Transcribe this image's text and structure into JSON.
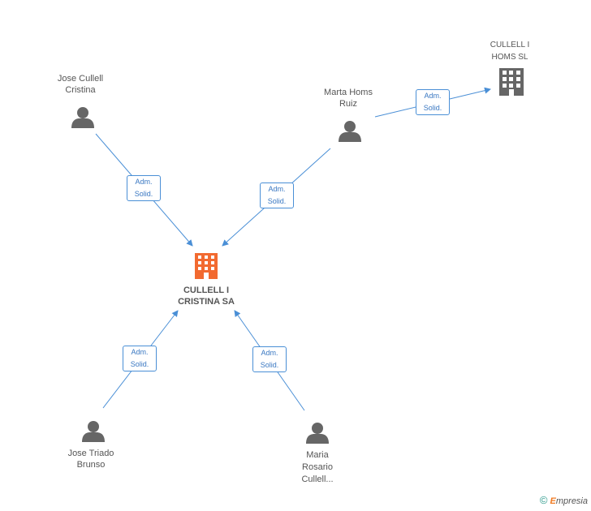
{
  "nodes": {
    "center_company": {
      "label_line1": "CULLELL I",
      "label_line2": "CRISTINA SA",
      "color": "#f26a30"
    },
    "other_company": {
      "label_line1": "CULLELL I",
      "label_line2": "HOMS SL",
      "color": "#666666"
    },
    "person_jose_cullell": {
      "label_line1": "Jose Cullell",
      "label_line2": "Cristina"
    },
    "person_marta_homs": {
      "label_line1": "Marta Homs",
      "label_line2": "Ruiz"
    },
    "person_jose_triado": {
      "label_line1": "Jose Triado",
      "label_line2": "Brunso"
    },
    "person_maria_rosario": {
      "label_line1": "Maria",
      "label_line2": "Rosario",
      "label_line3": "Cullell..."
    }
  },
  "edges": {
    "e1": {
      "line1": "Adm.",
      "line2": "Solid."
    },
    "e2": {
      "line1": "Adm.",
      "line2": "Solid."
    },
    "e3": {
      "line1": "Adm.",
      "line2": "Solid."
    },
    "e4": {
      "line1": "Adm.",
      "line2": "Solid."
    },
    "e5": {
      "line1": "Adm.",
      "line2": "Solid."
    }
  },
  "colors": {
    "edge": "#4a8fd6",
    "person": "#666666"
  },
  "watermark": {
    "copyright": "©",
    "brand_initial": "E",
    "brand_rest": "mpresia"
  }
}
